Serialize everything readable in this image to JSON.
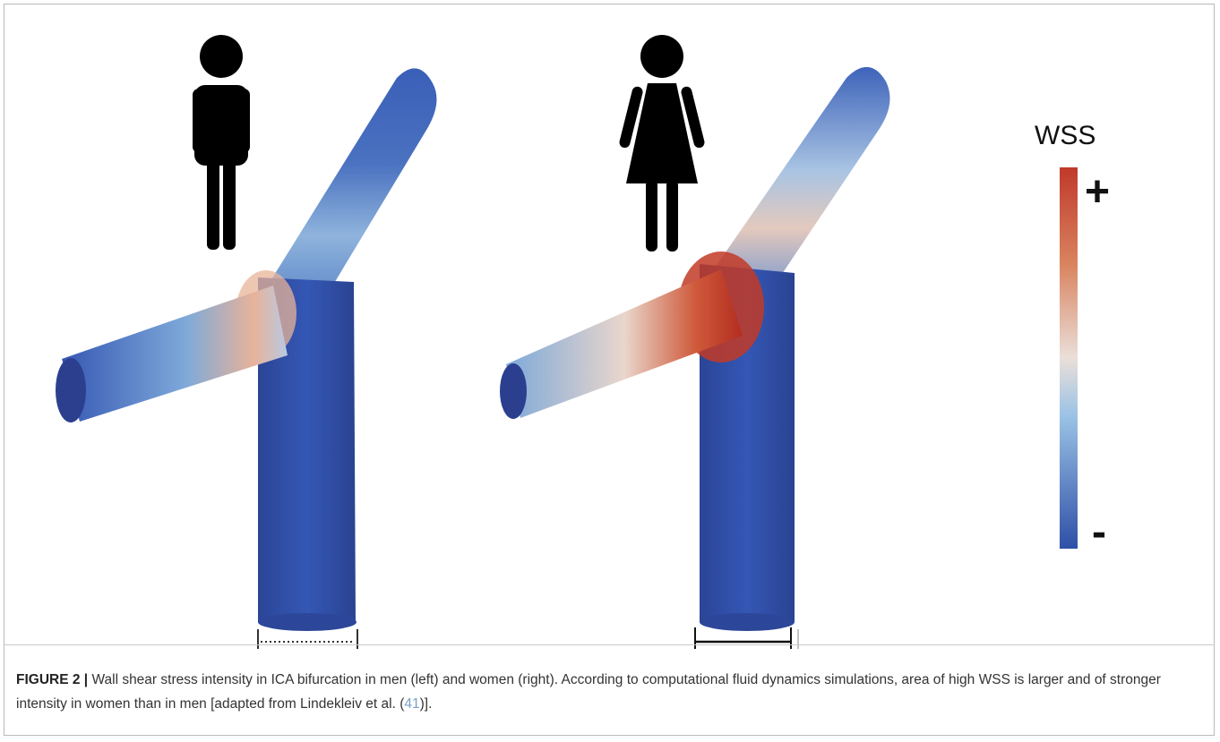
{
  "figure": {
    "label": "FIGURE 2 |",
    "caption_part1": " Wall shear stress intensity in ICA bifurcation in men (left) and women (right). According to computational fluid dynamics simulations, area of high WSS is larger and of stronger intensity in women than in men [adapted from Lindekleiv et al. (",
    "caption_ref": "41",
    "caption_part2": ")]."
  },
  "legend": {
    "title": "WSS",
    "max_label": "+",
    "min_label": "-",
    "colors": {
      "high": "#c0392b",
      "mid": "#eadfd8",
      "light_blue": "#9cc3e6",
      "low": "#2e4fa6"
    }
  },
  "panels": [
    {
      "id": "men",
      "icon": "man-icon"
    },
    {
      "id": "women",
      "icon": "woman-icon"
    }
  ]
}
